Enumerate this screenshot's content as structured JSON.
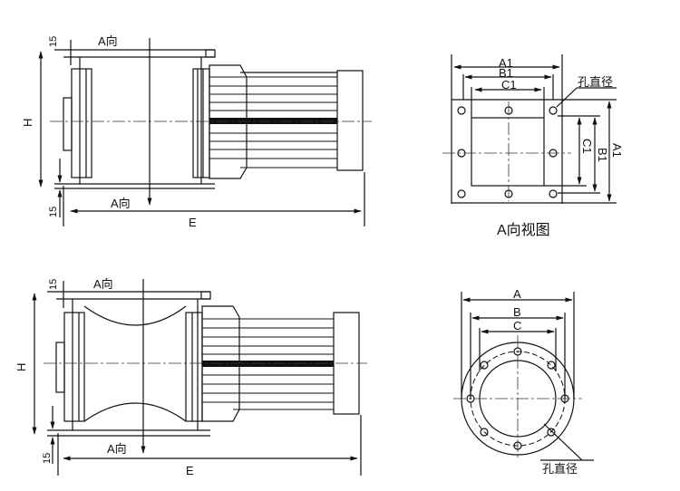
{
  "side_view_top": {
    "dim_15_top": "15",
    "dir_top": "A向",
    "dim_h": "H",
    "dim_15_bottom": "15",
    "dir_bottom": "A向",
    "dim_e": "E"
  },
  "side_view_bottom": {
    "dim_15_top": "15",
    "dir_top": "A向",
    "dim_h": "H",
    "dim_15_bottom": "15",
    "dir_bottom": "A向",
    "dim_e": "E"
  },
  "square_view": {
    "a1": "A1",
    "b1": "B1",
    "c1": "C1",
    "hole_label": "孔直径",
    "a1_v": "A1",
    "b1_v": "B1",
    "c1_v": "C1",
    "caption": "A向视图"
  },
  "round_view": {
    "a": "A",
    "b": "B",
    "c": "C",
    "hole_label": "孔直径"
  }
}
